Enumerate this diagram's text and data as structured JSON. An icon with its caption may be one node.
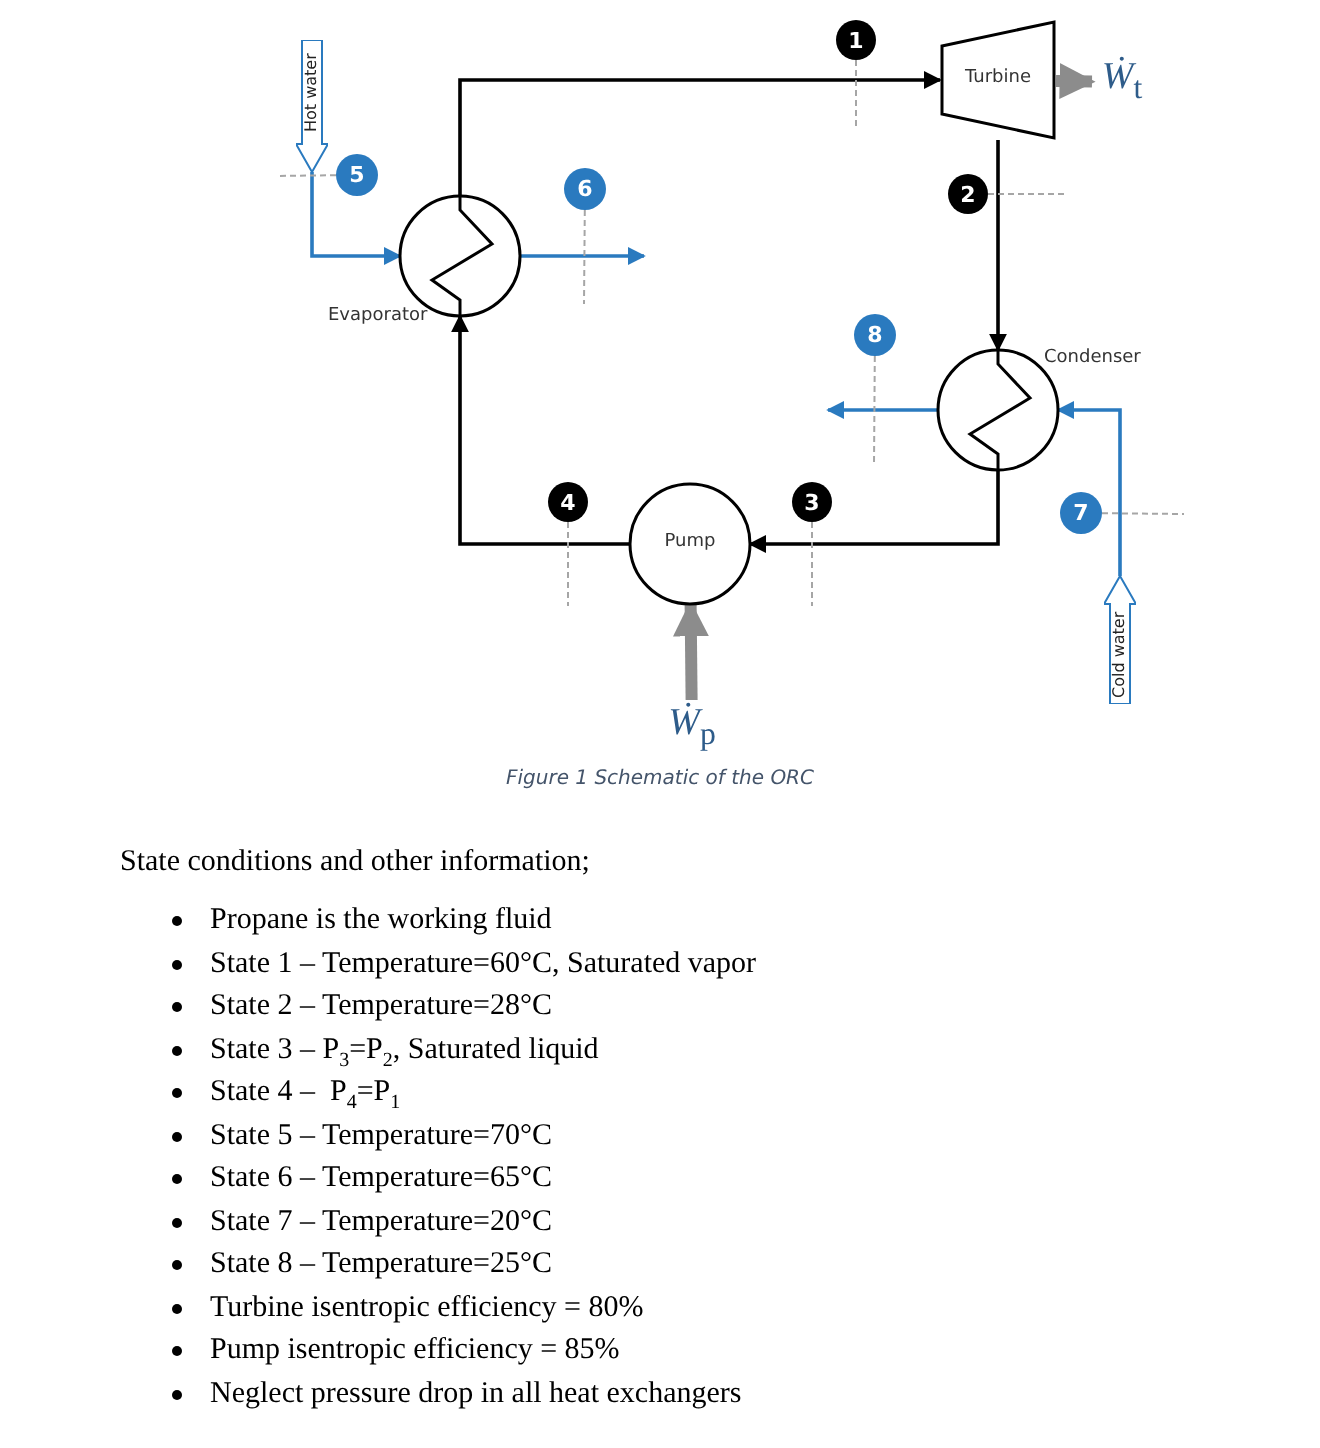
{
  "diagram": {
    "caption": "Figure 1 Schematic of the ORC",
    "nodes": [
      {
        "text": [
          "Hot water"
        ]
      },
      {
        "text": [
          "1"
        ]
      },
      {
        "text": [
          "Turbine"
        ]
      },
      {
        "text": [
          "*Ẇ*$_{t}$"
        ]
      },
      {
        "text": [
          "5"
        ]
      },
      {
        "text": [
          "2"
        ]
      },
      {
        "text": [
          "6"
        ]
      },
      {
        "text": [
          "Evaporator"
        ]
      },
      {
        "text": [
          "8"
        ]
      },
      {
        "text": [
          "Condenser"
        ]
      },
      {
        "text": [
          "4"
        ]
      },
      {
        "text": [
          "3"
        ]
      },
      {
        "text": [
          "Pump"
        ]
      },
      {
        "text": [
          "7"
        ]
      },
      {
        "text": [
          "Cold water"
        ]
      },
      {
        "text": [
          "*Ẇ*$_{p}$"
        ]
      }
    ],
    "edges": [
      {
        "from": 7,
        "to": 2,
        "arrow": "to",
        "color": "#000000"
      },
      {
        "from": 2,
        "to": 9,
        "arrow": "to",
        "color": "#000000"
      },
      {
        "from": 9,
        "to": 12,
        "arrow": "to",
        "color": "#000000"
      },
      {
        "from": 12,
        "to": 7,
        "arrow": "to",
        "color": "#000000"
      },
      {
        "from": 2,
        "to": 3,
        "arrow": "to",
        "style": "thick",
        "color": "#8c8c8c"
      },
      {
        "from": 15,
        "to": 12,
        "arrow": "to",
        "style": "thick",
        "color": "#8c8c8c"
      },
      {
        "from": 0,
        "to": 7,
        "arrow": "to",
        "color": "#2a7abf"
      },
      {
        "from": 7,
        "to": null,
        "arrow": "to",
        "color": "#2a7abf"
      },
      {
        "from": 14,
        "to": 9,
        "arrow": "to",
        "color": "#2a7abf"
      },
      {
        "from": 9,
        "to": null,
        "arrow": "to",
        "color": "#2a7abf"
      },
      {
        "from": 1,
        "to": null,
        "arrow": "none",
        "style": "dashed",
        "color": "#a6a6a6"
      },
      {
        "from": 4,
        "to": null,
        "arrow": "none",
        "style": "dashed",
        "color": "#a6a6a6"
      },
      {
        "from": 11,
        "to": null,
        "arrow": "none",
        "style": "dashed",
        "color": "#a6a6a6"
      },
      {
        "from": 10,
        "to": null,
        "arrow": "none",
        "style": "dashed",
        "color": "#a6a6a6"
      },
      {
        "from": 5,
        "to": null,
        "arrow": "none",
        "style": "dashed",
        "color": "#a6a6a6"
      },
      {
        "from": 6,
        "to": null,
        "arrow": "none",
        "style": "dashed",
        "color": "#a6a6a6"
      },
      {
        "from": 13,
        "to": null,
        "arrow": "none",
        "style": "dashed",
        "color": "#a6a6a6"
      },
      {
        "from": 8,
        "to": null,
        "arrow": "none",
        "style": "dashed",
        "color": "#a6a6a6"
      }
    ],
    "labels": [
      "State conditions and other information;",
      "Propane is the working fluid",
      "State 1 – Temperature=60°C, Saturated vapor",
      "State 2 – Temperature=28°C",
      "State 3 – P$_{3}$=P$_{2}$, Saturated liquid",
      "State 4 –  P$_{4}$=P$_{1}$",
      "State 5 – Temperature=70°C",
      "State 6 – Temperature=65°C",
      "State 7 – Temperature=20°C",
      "State 8 – Temperature=25°C",
      "Turbine isentropic efficiency = 80%",
      "Pump isentropic efficiency = 85%",
      "Neglect pressure drop in all heat exchangers"
    ]
  }
}
